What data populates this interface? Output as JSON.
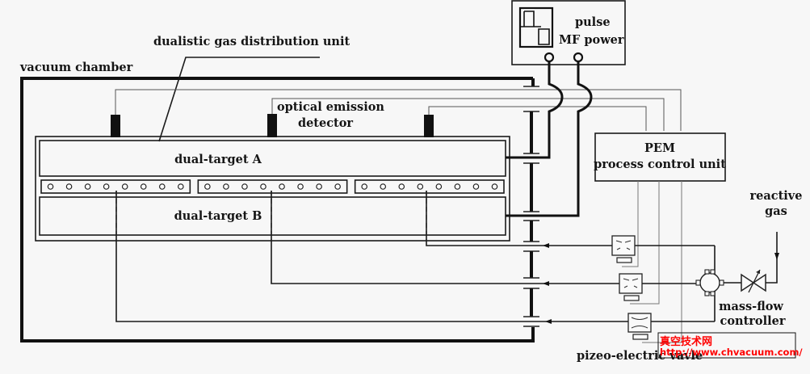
{
  "diagram": {
    "labels": {
      "vacuum_chamber": "vacuum chamber",
      "gas_distribution": "dualistic gas distribution unit",
      "optical_emission_line1": "optical emission",
      "optical_emission_line2": "detector",
      "target_a": "dual-target A",
      "target_b": "dual-target B",
      "pulse_line1": "pulse",
      "pulse_line2": "MF power",
      "pem_line1": "PEM",
      "pem_line2": "process control unit",
      "reactive_line1": "reactive",
      "reactive_line2": "gas",
      "mfc_line1": "mass-flow",
      "mfc_line2": "controller",
      "piezo_valve": "pizeo-electric vavle"
    },
    "components": {
      "optical_detectors_count": 3,
      "gas_channel_segments": 3,
      "holes_per_segment": 8,
      "piezo_valves_count": 3
    },
    "colors": {
      "line": "#151515",
      "background": "#f7f7f7",
      "watermark": "#ff0000"
    }
  },
  "watermark": {
    "title": "真空技术网",
    "url": "http://www.chvacuum.com/"
  }
}
